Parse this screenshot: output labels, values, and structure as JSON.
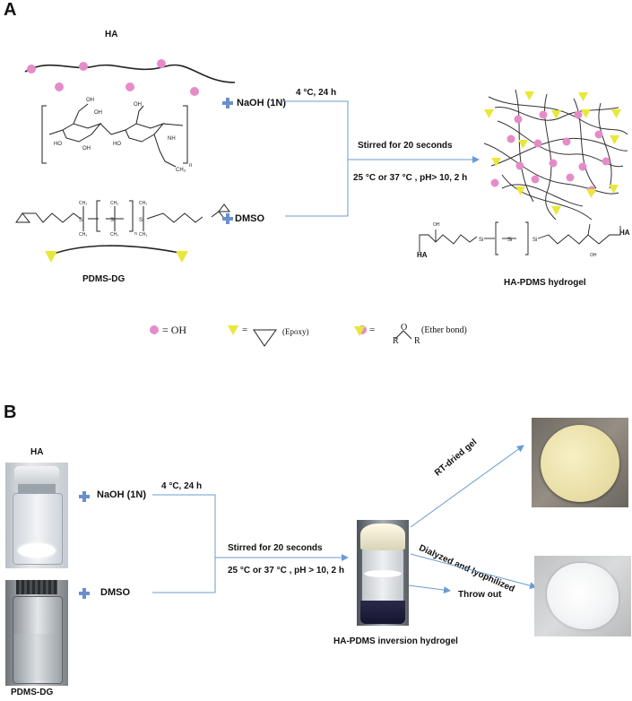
{
  "panel_a": {
    "letter": "A",
    "ha_label": "HA",
    "naoh_label": "NaOH (1N)",
    "dmso_label": "DMSO",
    "condition_1": "4 °C, 24 h",
    "stir_label": "Stirred for 20 seconds",
    "condition_2": "25 °C or 37 °C , pH> 10, 2 h",
    "pdms_dg_label": "PDMS-DG",
    "product_label": "HA-PDMS hydrogel",
    "product_ha_left": "HA",
    "product_ha_right": "HA",
    "legend": {
      "oh_text": "= OH",
      "epoxy_eq": "=",
      "epoxy_text": "(Epoxy)",
      "ether_eq": "=",
      "ether_text": "(Ether bond)",
      "r_left": "R",
      "r_right": "R",
      "o_label": "O"
    }
  },
  "panel_b": {
    "letter": "B",
    "ha_label": "HA",
    "naoh_label": "NaOH (1N)",
    "dmso_label": "DMSO",
    "condition_1": "4 °C, 24 h",
    "stir_label": "Stirred for 20 seconds",
    "condition_2": "25 °C or 37 °C , pH > 10, 2 h",
    "pdms_dg_label": "PDMS-DG",
    "hydrogel_label": "HA-PDMS  inversion hydrogel",
    "rt_dried": "RT-dried gel",
    "dialyzed": "Dialyzed and lyophilized",
    "throw_out": "Throw out"
  },
  "colors": {
    "oh_bead": "#e58cc8",
    "epoxy": "#e8e83a",
    "plus": "#6a8fcc",
    "arrow": "#6b9bd2"
  }
}
